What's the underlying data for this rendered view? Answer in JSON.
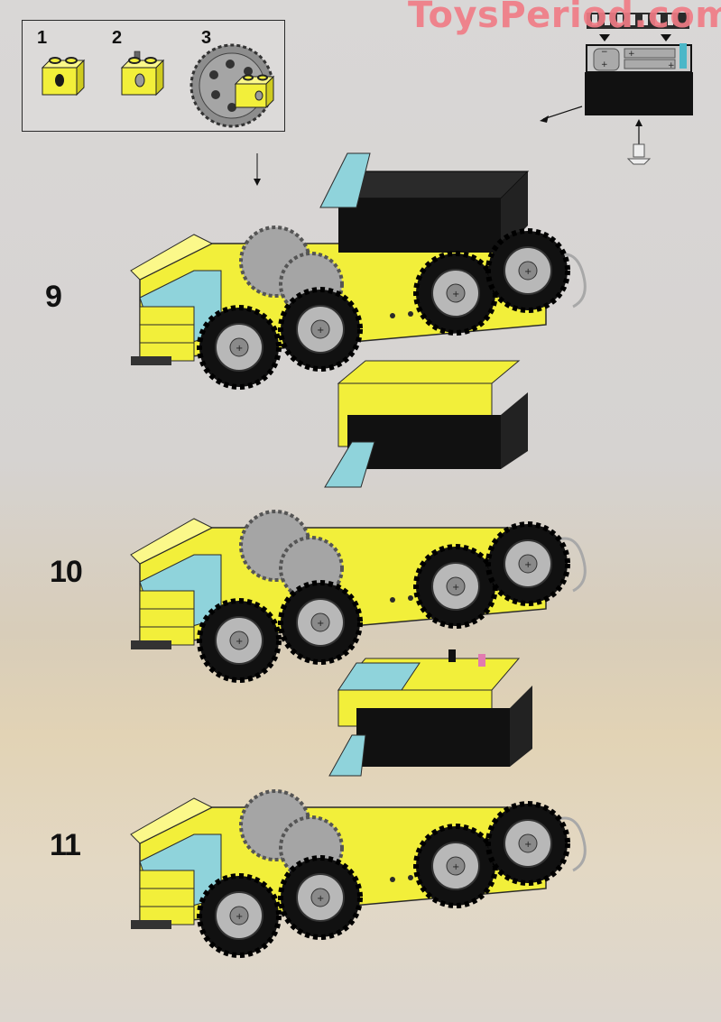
{
  "watermark": {
    "text": "ToysPeriod.com",
    "color": "#f07c86"
  },
  "parts_callout": {
    "items": [
      {
        "number": "1",
        "part": "yellow-technic-brick-1x2-with-hole"
      },
      {
        "number": "2",
        "part": "yellow-technic-brick-1x2-with-axle-pin"
      },
      {
        "number": "3",
        "part": "gray-40-tooth-gear-with-yellow-brick"
      }
    ]
  },
  "battery_box_inset": {
    "parts": [
      "black-battery-box-lid",
      "battery-box-with-batteries",
      "screw"
    ],
    "battery_signs": [
      "-",
      "+",
      "+",
      "+"
    ]
  },
  "steps": [
    {
      "number": "9",
      "model": "yellow-truck-with-battery-box-on-top"
    },
    {
      "number": "10",
      "model": "yellow-truck-with-built-up-frame-around-battery-box"
    },
    {
      "number": "11",
      "model": "yellow-truck-with-cab-roof-and-motor-cover"
    }
  ],
  "colors": {
    "brick_yellow": "#f2ef3a",
    "brick_blue": "#8fd3db",
    "brick_black": "#1a1a1a",
    "gear_gray": "#9a9a9a",
    "tire_black": "#111111",
    "hub_gray": "#b8b8b8",
    "wire_gray": "#a8a8a8",
    "accent_pink": "#e27ab0"
  }
}
